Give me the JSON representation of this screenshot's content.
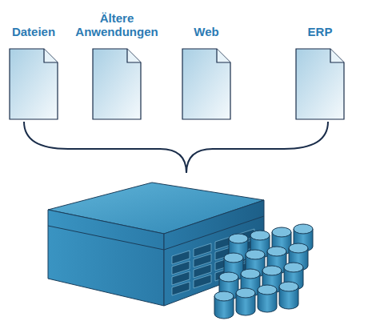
{
  "diagram": {
    "nodes": [
      {
        "text": [
          "Dateien"
        ]
      },
      {
        "text": [
          "Ältere Anwendungen"
        ]
      },
      {
        "text": [
          "Web"
        ]
      },
      {
        "text": [
          "ERP"
        ]
      }
    ]
  }
}
